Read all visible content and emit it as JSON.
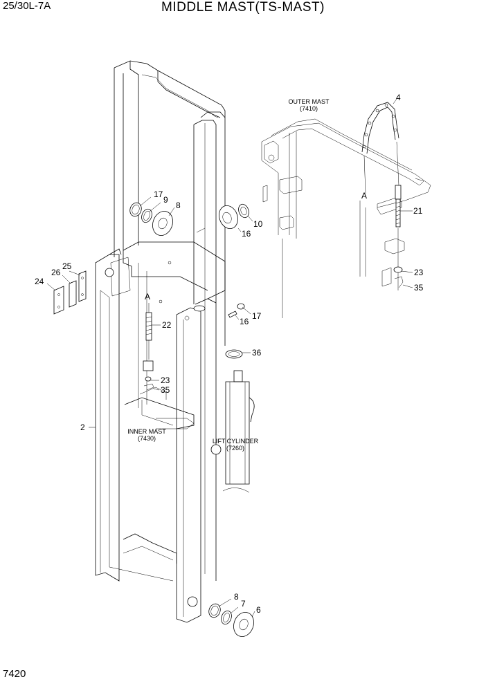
{
  "header": {
    "model": "25/30L-7A",
    "title": "MIDDLE MAST(TS-MAST)"
  },
  "footer": {
    "page": "7420"
  },
  "labels": {
    "outer_mast": [
      "OUTER MAST",
      "(7410)"
    ],
    "inner_mast": [
      "INNER MAST",
      "(7430)"
    ],
    "lift_cylinder": [
      "LIFT CYLINDER",
      "(7260)"
    ],
    "ref_a": "A"
  },
  "parts": [
    "2",
    "4",
    "6",
    "7",
    "8",
    "9",
    "10",
    "16",
    "17",
    "21",
    "22",
    "23",
    "24",
    "25",
    "26",
    "35",
    "36"
  ]
}
